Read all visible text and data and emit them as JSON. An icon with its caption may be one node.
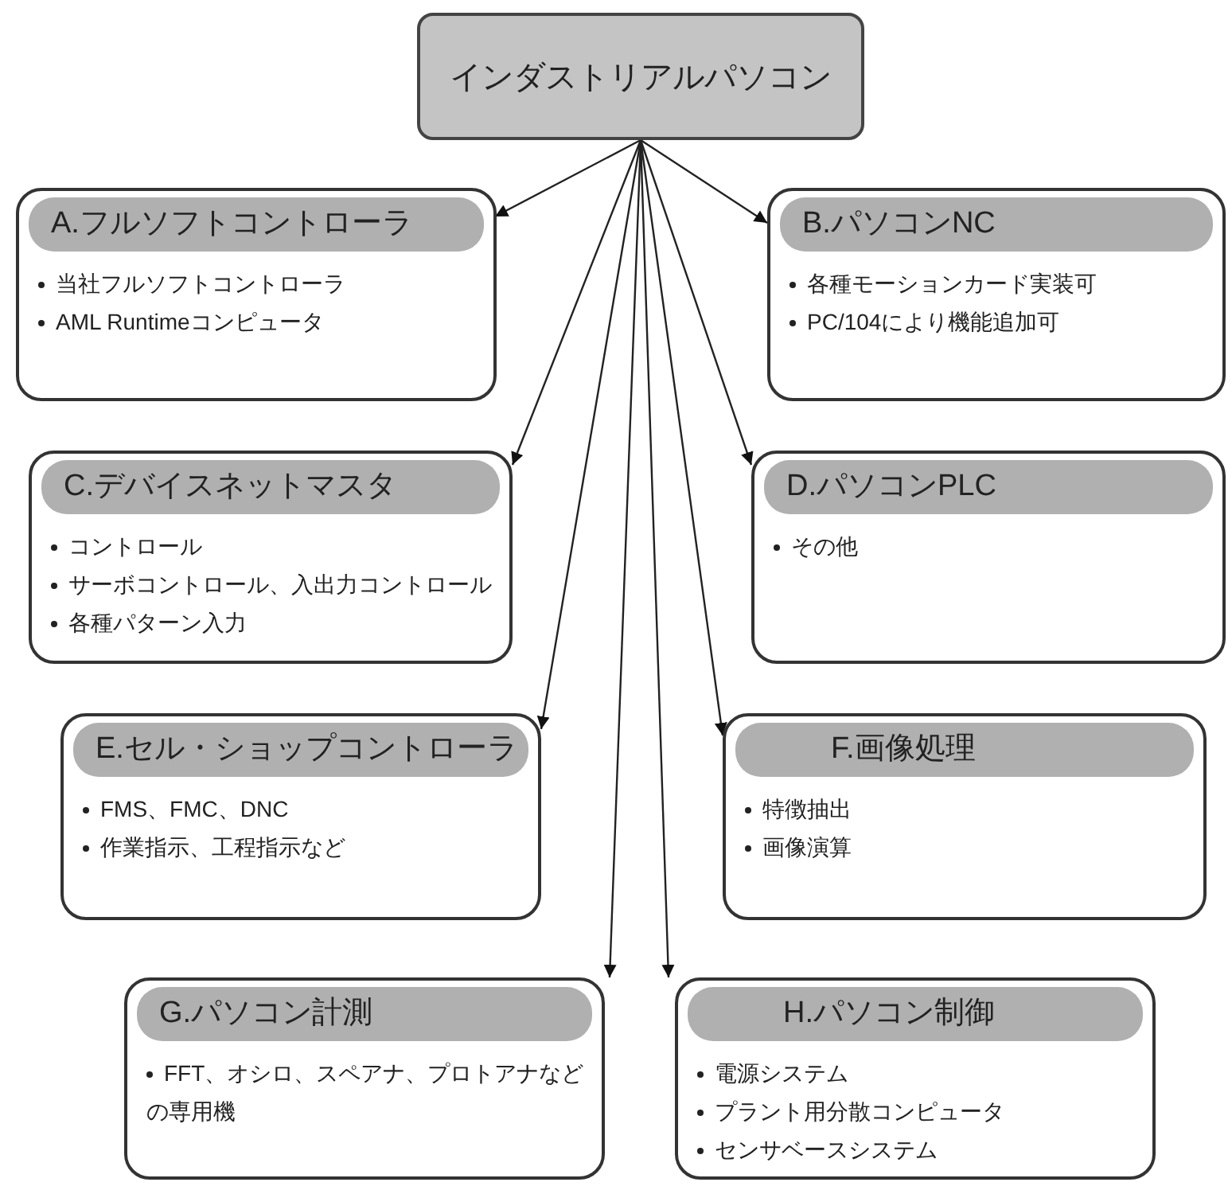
{
  "diagram": {
    "nodes": [
      {
        "text": [
          "インダストリアルパソコン"
        ]
      },
      {
        "text": [
          "A.フルソフトコントローラ",
          "当社フルソフトコントローラ",
          "AML Runtimeコンピュータ"
        ]
      },
      {
        "text": [
          "B.パソコンNC",
          "各種モーションカード実装可",
          "PC/104により機能追加可"
        ]
      },
      {
        "text": [
          "C.デバイスネットマスタ",
          "コントロール",
          "サーボコントロール、入出力コントロール",
          "各種パターン入力"
        ]
      },
      {
        "text": [
          "D.パソコンPLC",
          "その他"
        ]
      },
      {
        "text": [
          "E.セル・ショップコントローラ",
          "FMS、FMC、DNC",
          "作業指示、工程指示など"
        ]
      },
      {
        "text": [
          "F.画像処理",
          "特徴抽出",
          "画像演算"
        ]
      },
      {
        "text": [
          "G.パソコン計測",
          "FFT、オシロ、スペアナ、プロトアナなどの専用機"
        ]
      },
      {
        "text": [
          "H.パソコン制御",
          "電源システム",
          "プラント用分散コンピュータ",
          "センサベースシステム"
        ]
      }
    ],
    "edges": [
      {
        "from": 0,
        "to": 1,
        "arrow": "to"
      },
      {
        "from": 0,
        "to": 2,
        "arrow": "to"
      },
      {
        "from": 0,
        "to": 3,
        "arrow": "to"
      },
      {
        "from": 0,
        "to": 4,
        "arrow": "to"
      },
      {
        "from": 0,
        "to": 5,
        "arrow": "to"
      },
      {
        "from": 0,
        "to": 6,
        "arrow": "to"
      },
      {
        "from": 0,
        "to": 7,
        "arrow": "to"
      },
      {
        "from": 0,
        "to": 8,
        "arrow": "to"
      }
    ]
  }
}
